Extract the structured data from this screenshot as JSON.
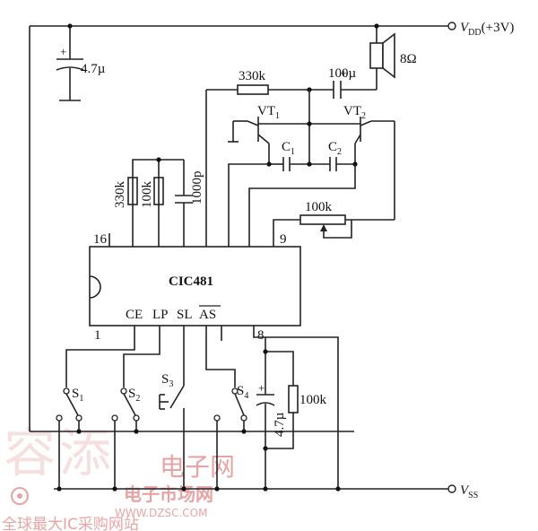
{
  "rails": {
    "vdd": "V",
    "vdd_sub": "DD",
    "vdd_value": "(+3V)",
    "vss": "V",
    "vss_sub": "SS"
  },
  "ic": {
    "name": "CIC481",
    "pin16": "16",
    "pin9": "9",
    "pin1": "1",
    "pin8": "8",
    "ce": "CE",
    "lp": "LP",
    "sl": "SL",
    "as": "AS"
  },
  "components": {
    "c_supply": "4.7µ",
    "r_330k_top": "330k",
    "c_100u": "100µ",
    "speaker": "8Ω",
    "vt1": "VT",
    "vt1_sub": "1",
    "vt2": "VT",
    "vt2_sub": "2",
    "c1": "C",
    "c1_sub": "1",
    "c2": "C",
    "c2_sub": "2",
    "r_330k_left": "330k",
    "r_100k_left": "100k",
    "c_1000p": "1000p",
    "pot_100k": "100k",
    "c_4u7_bottom": "4.7µ",
    "r_100k_bottom": "100k"
  },
  "switches": {
    "s1": "S",
    "s1_sub": "1",
    "s2": "S",
    "s2_sub": "2",
    "s3": "S",
    "s3_sub": "3",
    "s4": "S",
    "s4_sub": "4"
  },
  "watermark": {
    "site_cn": "电子网",
    "market": "电子市场网",
    "url": "WWW.DZSC.COM",
    "slogan": "全球最大IC采购网站"
  }
}
